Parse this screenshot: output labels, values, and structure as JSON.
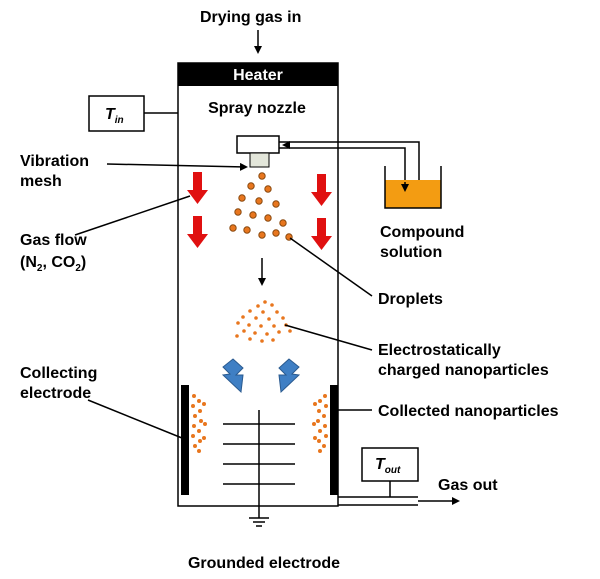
{
  "labels": {
    "drying_gas_in": "Drying gas in",
    "heater": "Heater",
    "spray_nozzle": "Spray nozzle",
    "vibration_mesh_line1": "Vibration",
    "vibration_mesh_line2": "mesh",
    "gas_flow_line1": "Gas flow",
    "gas_flow_line2_open": "(N",
    "gas_flow_sub1": "2",
    "gas_flow_mid": ", CO",
    "gas_flow_sub2": "2",
    "gas_flow_close": ")",
    "compound_solution_line1": "Compound",
    "compound_solution_line2": "solution",
    "droplets": "Droplets",
    "charged_line1": "Electrostatically",
    "charged_line2": "charged nanoparticles",
    "collecting_electrode_line1": "Collecting",
    "collecting_electrode_line2": "electrode",
    "collected_nanoparticles": "Collected nanoparticles",
    "gas_out": "Gas out",
    "grounded_electrode": "Grounded electrode",
    "t_in_main": "T",
    "t_in_sub": "in",
    "t_out_main": "T",
    "t_out_sub": "out"
  },
  "colors": {
    "particle": "#e8761e",
    "particle_edge": "#8a4a10",
    "solution": "#f39c12",
    "flow_arrow": "#e01010",
    "deflect_arrow": "#3f7fc4",
    "electrode": "#000000",
    "heater": "#000000"
  },
  "icons": {
    "flow_arrows": "red-down-arrow",
    "deflect_arrows": "blue-block-arrow",
    "ground": "ground-symbol"
  }
}
